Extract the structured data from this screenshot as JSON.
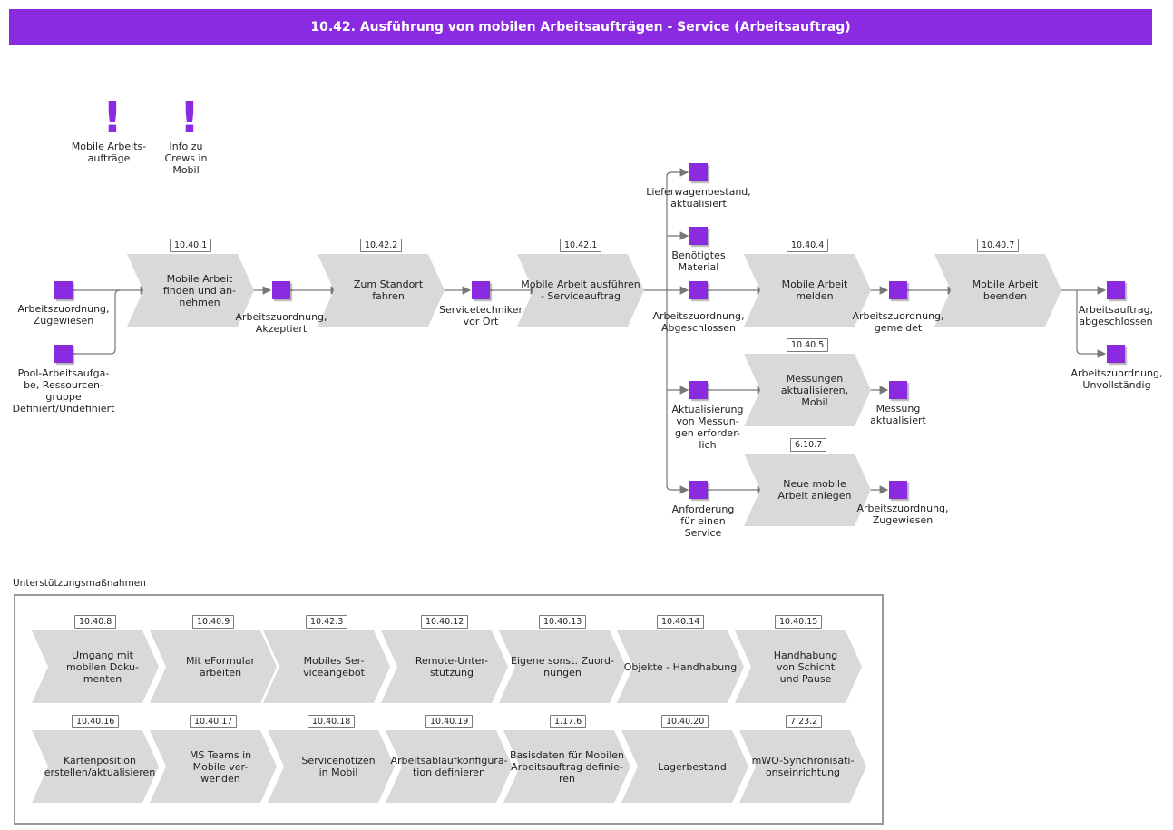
{
  "header": {
    "title": "10.42. Ausführung von mobilen Arbeitsaufträgen - Service (Arbeitsauftrag)"
  },
  "colors": {
    "accent": "#8a2be2",
    "process": "#d9d9d9"
  },
  "notes": [
    {
      "icon": "exclamation-icon",
      "label": "Mobile Arbeits-\naufträge"
    },
    {
      "icon": "exclamation-icon",
      "label": "Info zu\nCrews in\nMobil"
    }
  ],
  "processes": [
    {
      "tag": "10.40.1",
      "label": "Mobile Arbeit\nfinden und an-\nnehmen"
    },
    {
      "tag": "10.42.2",
      "label": "Zum Standort\nfahren"
    },
    {
      "tag": "10.42.1",
      "label": "Mobile Arbeit ausführen\n- Serviceauftrag"
    },
    {
      "tag": "10.40.4",
      "label": "Mobile Arbeit\nmelden"
    },
    {
      "tag": "10.40.7",
      "label": "Mobile Arbeit\nbeenden"
    },
    {
      "tag": "10.40.5",
      "label": "Messungen\naktualisieren,\nMobil"
    },
    {
      "tag": "6.10.7",
      "label": "Neue mobile\nArbeit anlegen"
    }
  ],
  "events": [
    "Arbeitszuordnung,\nZugewiesen",
    "Pool-Arbeitsaufga-\nbe, Ressourcen-\ngruppe\nDefiniert/Undefiniert",
    "Arbeitszuordnung,\nAkzeptiert",
    "Servicetechniker\nvor Ort",
    "Lieferwagenbestand,\naktualisiert",
    "Benötigtes\nMaterial",
    "Arbeitszuordnung,\nAbgeschlossen",
    "Aktualisierung\nvon Messun-\ngen erforder-\nlich",
    "Anforderung\nfür einen\nService",
    "Arbeitszuordnung,\ngemeldet",
    "Messung\naktualisiert",
    "Arbeitszuordnung,\nZugewiesen",
    "Arbeitsauftrag,\nabgeschlossen",
    "Arbeitszuordnung,\nUnvollständig"
  ],
  "support": {
    "title": "Unterstützungsmaßnahmen",
    "items": [
      {
        "tag": "10.40.8",
        "label": "Umgang mit\nmobilen Doku-\nmenten"
      },
      {
        "tag": "10.40.9",
        "label": "Mit eFormular\narbeiten"
      },
      {
        "tag": "10.42.3",
        "label": "Mobiles Ser-\nviceangebot"
      },
      {
        "tag": "10.40.12",
        "label": "Remote-Unter-\nstützung"
      },
      {
        "tag": "10.40.13",
        "label": "Eigene sonst. Zuord-\nnungen"
      },
      {
        "tag": "10.40.14",
        "label": "Objekte - Handhabung"
      },
      {
        "tag": "10.40.15",
        "label": "Handhabung\nvon Schicht\nund Pause"
      },
      {
        "tag": "10.40.16",
        "label": "Kartenposition\nerstellen/aktualisieren"
      },
      {
        "tag": "10.40.17",
        "label": "MS Teams in\nMobile ver-\nwenden"
      },
      {
        "tag": "10.40.18",
        "label": "Servicenotizen\nin Mobil"
      },
      {
        "tag": "10.40.19",
        "label": "Arbeitsablaufkonfigura-\ntion definieren"
      },
      {
        "tag": "1.17.6",
        "label": "Basisdaten für Mobilen\nArbeitsauftrag definie-\nren"
      },
      {
        "tag": "10.40.20",
        "label": "Lagerbestand"
      },
      {
        "tag": "7.23.2",
        "label": "mWO-Synchronisati-\nonseinrichtung"
      }
    ]
  }
}
